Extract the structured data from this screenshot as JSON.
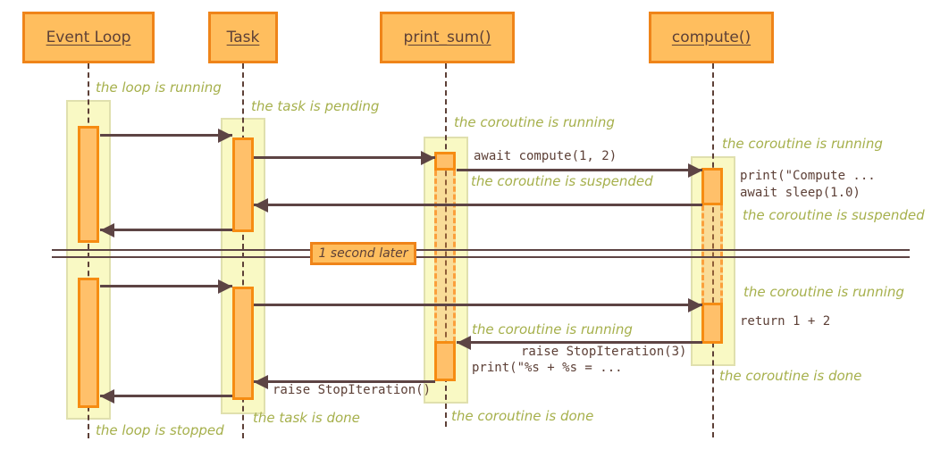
{
  "diagram": {
    "title_hint": "asyncio sequence diagram",
    "actors": [
      {
        "name": "Event Loop"
      },
      {
        "name": "Task"
      },
      {
        "name": "print_sum()"
      },
      {
        "name": "compute()"
      }
    ],
    "divider": {
      "label": "1 second later"
    },
    "messages": {
      "await_compute": "await compute(1, 2)",
      "print_compute": "print(\"Compute ...",
      "await_sleep": "await sleep(1.0)",
      "return_sum": "return 1 + 2",
      "raise_stop3": "raise StopIteration(3)",
      "print_result": "print(\"%s + %s = ...",
      "raise_stop": "raise StopIteration()"
    },
    "notes": {
      "loop_running": "the loop is running",
      "task_pending": "the task is pending",
      "ps_running1": "the coroutine is running",
      "cp_running1": "the coroutine is running",
      "ps_suspended": "the coroutine is suspended",
      "cp_suspended": "the coroutine is suspended",
      "cp_running2": "the coroutine is running",
      "ps_running2": "the coroutine is running",
      "cp_done": "the coroutine is done",
      "ps_done": "the coroutine is done",
      "task_done": "the task is done",
      "loop_stopped": "the loop is stopped"
    },
    "colors": {
      "actor_fill": "#ffbe5e",
      "actor_border": "#ef8419",
      "band_fill": "#f9f9c4",
      "band_border": "#e0e0ae",
      "activation_fill": "#ffc06a",
      "activation_border": "#f68c12",
      "suspended_dash": "#fba03c",
      "arrow": "#5d4444",
      "note_text": "#a6b04c",
      "label_text": "#5d4037"
    }
  }
}
